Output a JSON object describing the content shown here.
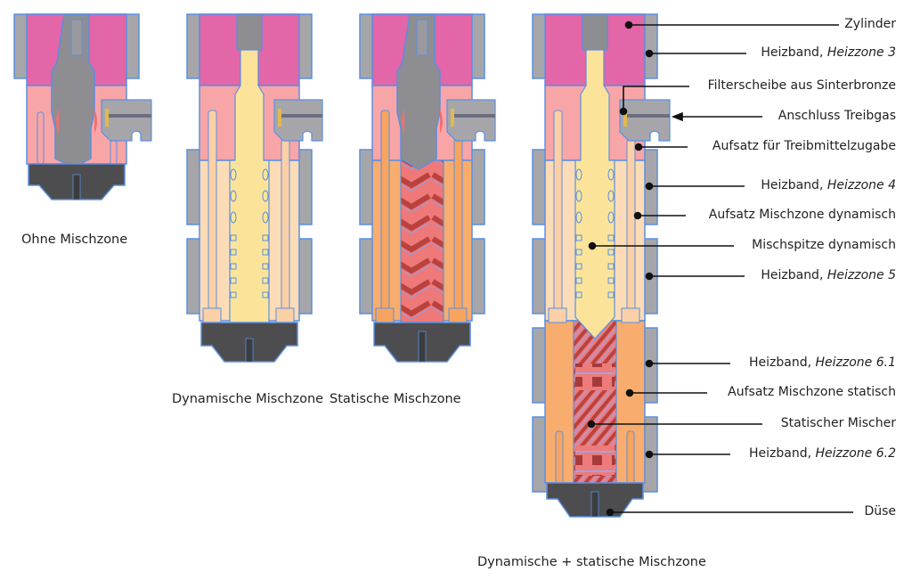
{
  "colors": {
    "cylinder": "#e266a8",
    "heater_band": "#a6a6aa",
    "outline": "#5b8fe0",
    "body_light_red": "#f8a5a8",
    "dyn_sleeve": "#fcdcb6",
    "mix_tip_dynamic": "#fbe49a",
    "static_sleeve": "#f8ad6e",
    "static_mixer": "#ef7070",
    "static_mixer_dark": "#b9423f",
    "nozzle": "#4d4d50",
    "screw_shaft": "#8e8e92",
    "filter_disc": "#e2b84f",
    "leader_line": "#111111"
  },
  "variants": [
    {
      "id": "ohne",
      "caption": "Ohne Mischzone"
    },
    {
      "id": "dynamisch",
      "caption": "Dynamische Mischzone"
    },
    {
      "id": "statisch",
      "caption": "Statische Mischzone"
    },
    {
      "id": "kombiniert",
      "caption": "Dynamische + statische Mischzone"
    }
  ],
  "annotations": [
    {
      "id": "zylinder",
      "text": "Zylinder",
      "italic": ""
    },
    {
      "id": "heizband-3",
      "text": "Heizband, ",
      "italic": "Heizzone 3"
    },
    {
      "id": "filterscheibe",
      "text": "Filterscheibe aus Sinterbronze",
      "italic": ""
    },
    {
      "id": "anschluss-treibgas",
      "text": "Anschluss Treibgas",
      "italic": ""
    },
    {
      "id": "aufsatz-treibmittel",
      "text": "Aufsatz für Treibmittelzugabe",
      "italic": ""
    },
    {
      "id": "heizband-4",
      "text": "Heizband, ",
      "italic": "Heizzone 4"
    },
    {
      "id": "aufsatz-dynamisch",
      "text": "Aufsatz Mischzone dynamisch",
      "italic": ""
    },
    {
      "id": "mischspitze",
      "text": "Mischspitze dynamisch",
      "italic": ""
    },
    {
      "id": "heizband-5",
      "text": "Heizband, ",
      "italic": "Heizzone 5"
    },
    {
      "id": "heizband-6-1",
      "text": "Heizband, ",
      "italic": "Heizzone 6.1"
    },
    {
      "id": "aufsatz-statisch",
      "text": "Aufsatz Mischzone statisch",
      "italic": ""
    },
    {
      "id": "statischer-mischer",
      "text": "Statischer Mischer",
      "italic": ""
    },
    {
      "id": "heizband-6-2",
      "text": "Heizband, ",
      "italic": "Heizzone 6.2"
    },
    {
      "id": "duese",
      "text": "Düse",
      "italic": ""
    }
  ]
}
